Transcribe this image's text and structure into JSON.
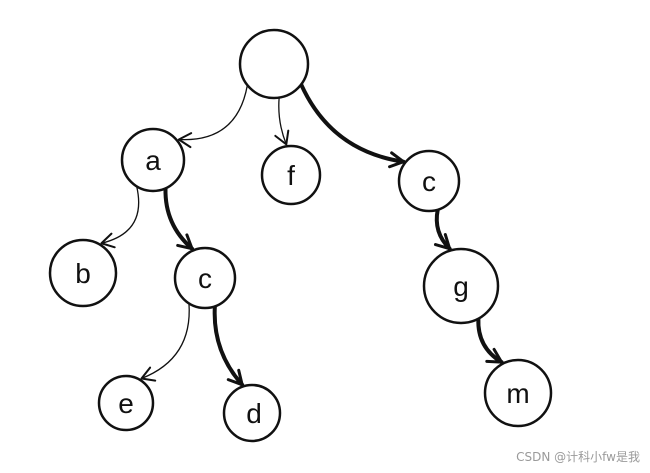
{
  "tree": {
    "nodes": [
      {
        "id": "root",
        "label": ""
      },
      {
        "id": "a",
        "label": "a"
      },
      {
        "id": "f",
        "label": "f"
      },
      {
        "id": "c1",
        "label": "c"
      },
      {
        "id": "b",
        "label": "b"
      },
      {
        "id": "c2",
        "label": "c"
      },
      {
        "id": "g",
        "label": "g"
      },
      {
        "id": "e",
        "label": "e"
      },
      {
        "id": "d",
        "label": "d"
      },
      {
        "id": "m",
        "label": "m"
      }
    ],
    "edges": [
      {
        "from": "root",
        "to": "a",
        "style": "thin"
      },
      {
        "from": "root",
        "to": "f",
        "style": "thin"
      },
      {
        "from": "root",
        "to": "c1",
        "style": "thick"
      },
      {
        "from": "a",
        "to": "b",
        "style": "thin"
      },
      {
        "from": "a",
        "to": "c2",
        "style": "thick"
      },
      {
        "from": "c1",
        "to": "g",
        "style": "thick"
      },
      {
        "from": "c2",
        "to": "e",
        "style": "thin"
      },
      {
        "from": "c2",
        "to": "d",
        "style": "thick"
      },
      {
        "from": "g",
        "to": "m",
        "style": "thick"
      }
    ]
  },
  "watermark": "CSDN @计科小fw是我"
}
